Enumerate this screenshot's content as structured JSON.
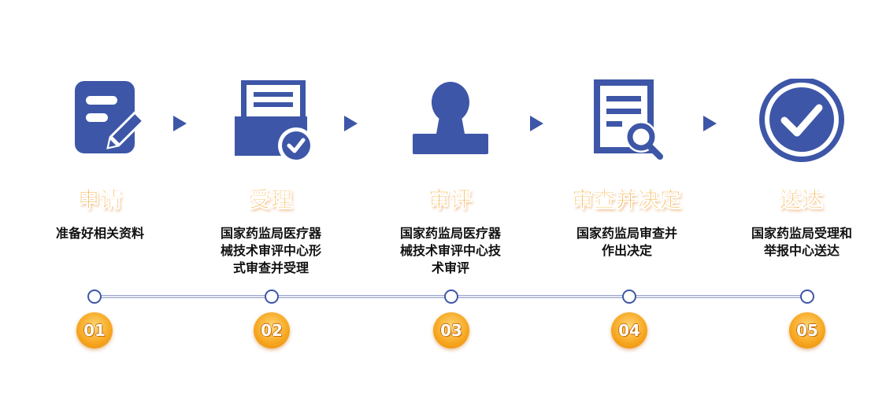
{
  "colors": {
    "primary": "#3d56a7",
    "accent": "#f6a31f"
  },
  "steps": [
    {
      "icon": "application-form-icon",
      "title": "申请",
      "desc": [
        "准备好相关资料"
      ],
      "number": "01"
    },
    {
      "icon": "accepted-folder-icon",
      "title": "受理",
      "desc": [
        "国家药监局医疗器",
        "械技术审评中心形",
        "式审查并受理"
      ],
      "number": "02"
    },
    {
      "icon": "stamp-icon",
      "title": "审评",
      "desc": [
        "国家药监局医疗器",
        "械技术审评中心技",
        "术审评"
      ],
      "number": "03"
    },
    {
      "icon": "document-search-icon",
      "title": "审查并决定",
      "desc": [
        "国家药监局审查并",
        "作出决定"
      ],
      "number": "04"
    },
    {
      "icon": "check-circle-icon",
      "title": "送达",
      "desc": [
        "国家药监局受理和",
        "举报中心送达"
      ],
      "number": "05"
    }
  ]
}
